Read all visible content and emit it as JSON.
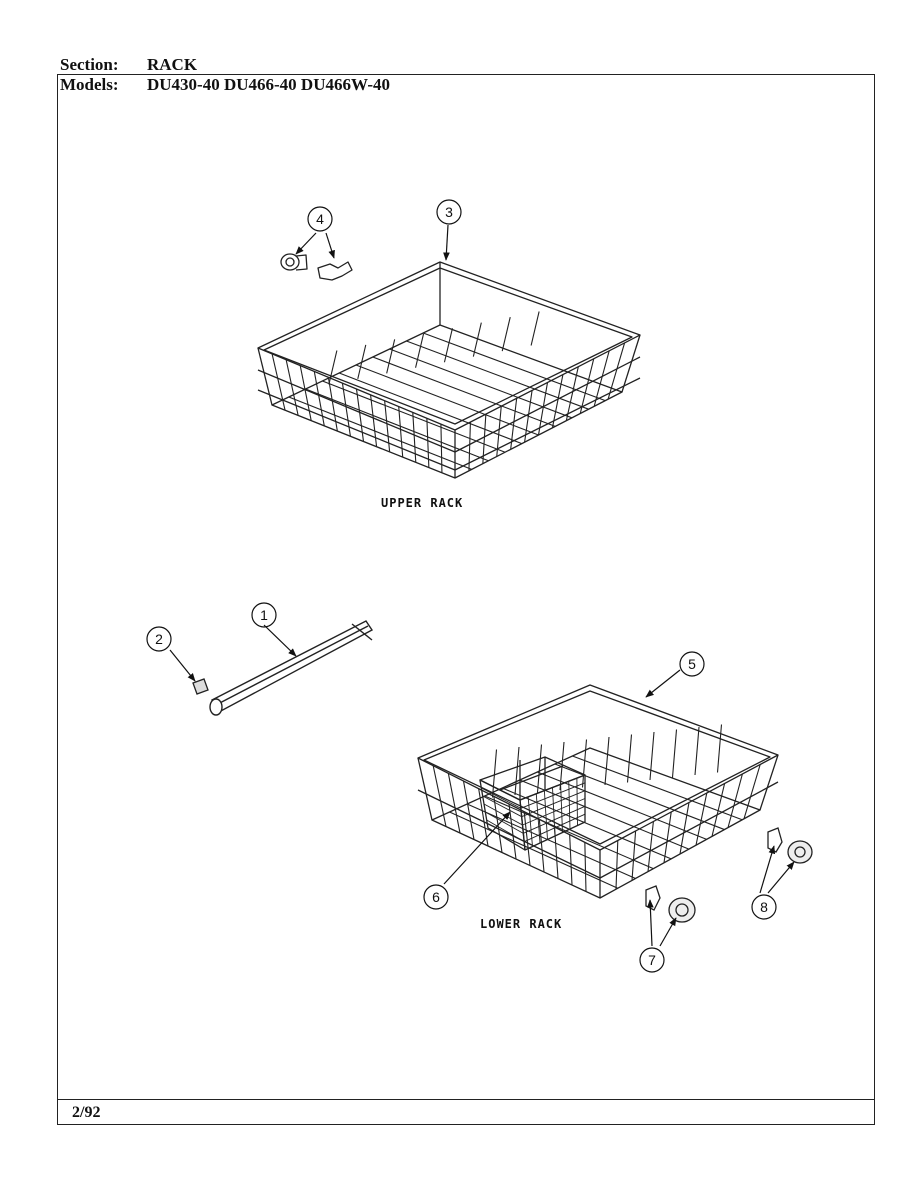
{
  "header": {
    "section_label": "Section:",
    "section_value": "RACK",
    "models_label": "Models:",
    "models_value": "DU430-40  DU466-40  DU466W-40"
  },
  "footer": {
    "date_code": "2/92"
  },
  "diagram": {
    "upper_rack_label": "UPPER RACK",
    "lower_rack_label": "LOWER RACK",
    "callouts": {
      "c1": "1",
      "c2": "2",
      "c3": "3",
      "c4": "4",
      "c5": "5",
      "c6": "6",
      "c7": "7",
      "c8": "8"
    }
  }
}
